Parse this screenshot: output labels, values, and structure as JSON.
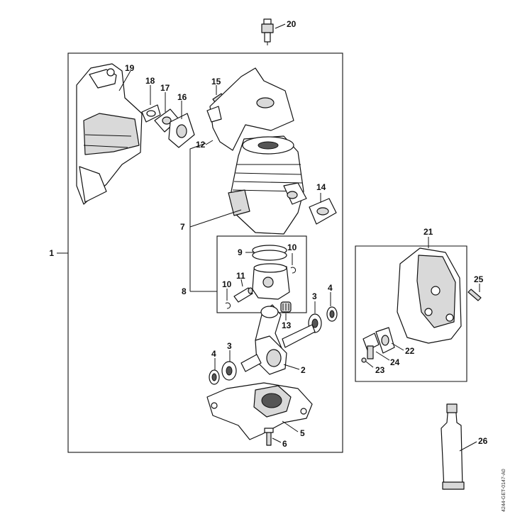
{
  "diagram": {
    "callouts": {
      "p1": "1",
      "p2": "2",
      "p3a": "3",
      "p3b": "3",
      "p4a": "4",
      "p4b": "4",
      "p5": "5",
      "p6": "6",
      "p7": "7",
      "p8": "8",
      "p9": "9",
      "p10a": "10",
      "p10b": "10",
      "p11": "11",
      "p12": "12",
      "p13": "13",
      "p14": "14",
      "p15": "15",
      "p16": "16",
      "p17": "17",
      "p18": "18",
      "p19": "19",
      "p20": "20",
      "p21": "21",
      "p22": "22",
      "p23": "23",
      "p24": "24",
      "p25": "25",
      "p26": "26"
    },
    "drawing_code": "4244-GET-0147-A0"
  }
}
